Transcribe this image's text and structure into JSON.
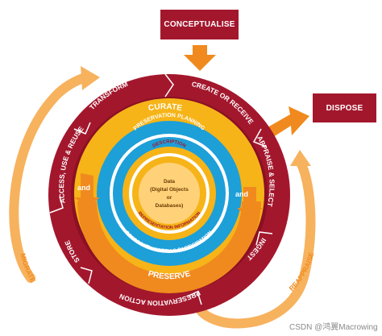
{
  "colors": {
    "maroon": "#a3172d",
    "maroon_dark": "#8a1024",
    "orange": "#f08a1e",
    "orange_light": "#f7b25e",
    "gold": "#f6b418",
    "blue": "#1d9fd8",
    "yellow_core": "#f6b418",
    "core_inner": "#ffd27a",
    "white": "#ffffff"
  },
  "boxes": {
    "conceptualise": "CONCEPTUALISE",
    "dispose": "DISPOSE"
  },
  "outer_ring": {
    "transform": "TRANSFORM",
    "create_or_receive": "CREATE OR RECEIVE",
    "appraise_select": "APPRAISE & SELECT",
    "ingest": "INGEST",
    "preservation_action": "PRESERVATION ACTION",
    "store": "STORE",
    "access_use_reuse": "ACCESS, USE & REUSE"
  },
  "rings": {
    "curate": "CURATE",
    "preserve": "PRESERVE",
    "preservation_planning": "PRESERVATION PLANNING",
    "community_watch": "COMMUNITY WATCH & PARTICIPATION",
    "description": "DESCRIPTION",
    "representation_information": "REPRESENTATION INFORMATION",
    "and_left": "and",
    "and_right": "and"
  },
  "core": {
    "line1": "Data",
    "line2": "(Digital Objects",
    "line3": "or",
    "line4": "Databases)"
  },
  "outer_arrows": {
    "migrate": "MIGRATE",
    "reappraise": "REAPPRAISE"
  },
  "watermark": "CSDN @鸿翼Macrowing"
}
